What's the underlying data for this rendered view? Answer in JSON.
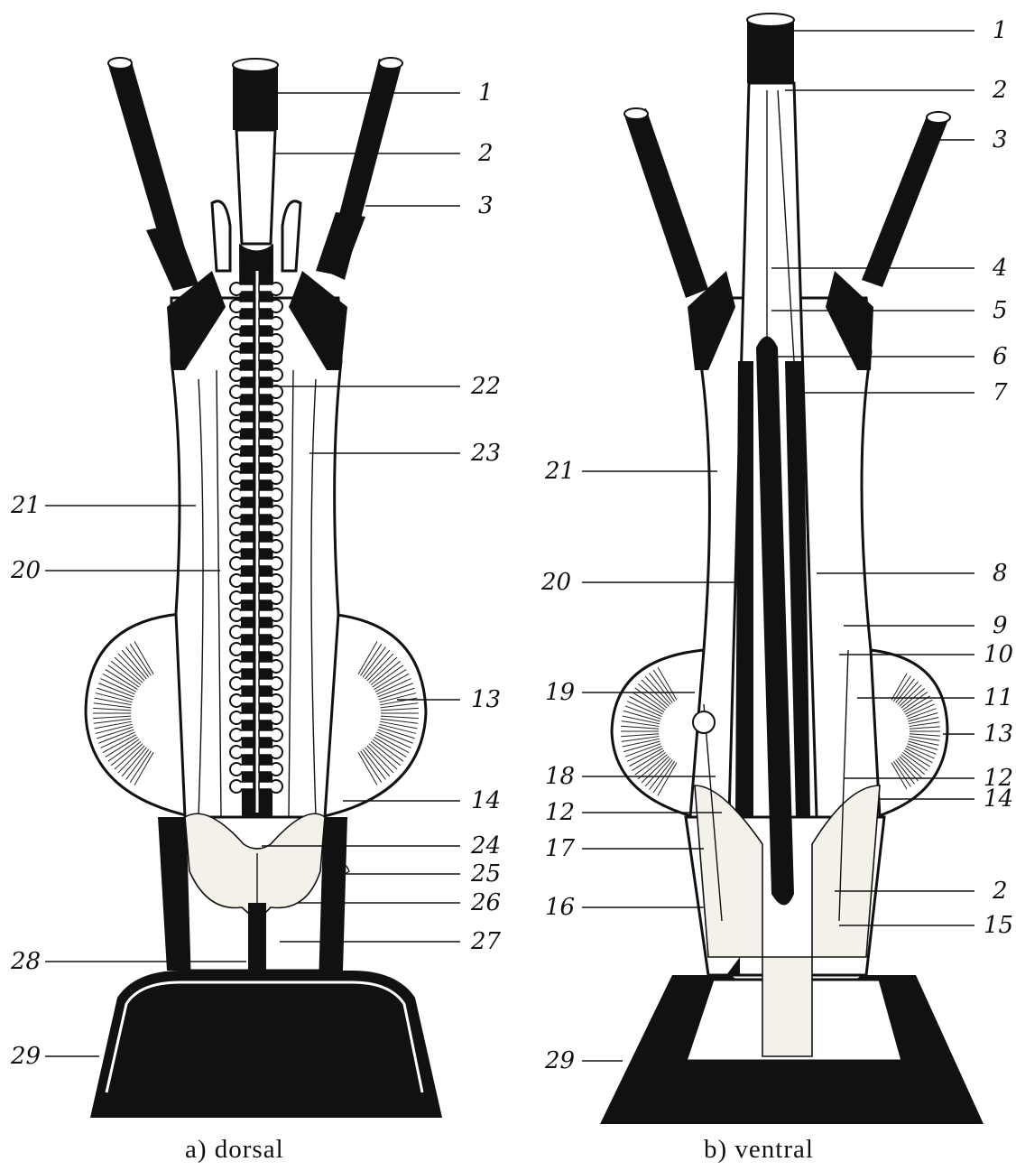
{
  "panels": [
    {
      "id": "dorsal",
      "caption": "a)  dorsal",
      "labels_right": [
        "1",
        "2",
        "3",
        "22",
        "23",
        "13",
        "14",
        "24",
        "25",
        "26",
        "27"
      ],
      "labels_left": [
        "21",
        "20",
        "28",
        "29"
      ]
    },
    {
      "id": "ventral",
      "caption": "b)  ventral",
      "labels_right": [
        "1",
        "2",
        "3",
        "4",
        "5",
        "6",
        "7",
        "8",
        "9",
        "10",
        "11",
        "13",
        "12",
        "14",
        "2",
        "15"
      ],
      "labels_left": [
        "21",
        "20",
        "19",
        "18",
        "12",
        "17",
        "16",
        "29"
      ]
    }
  ],
  "colors": {
    "ink": "#111111",
    "paper": "#ffffff",
    "stipple": "#f3f1ea"
  }
}
